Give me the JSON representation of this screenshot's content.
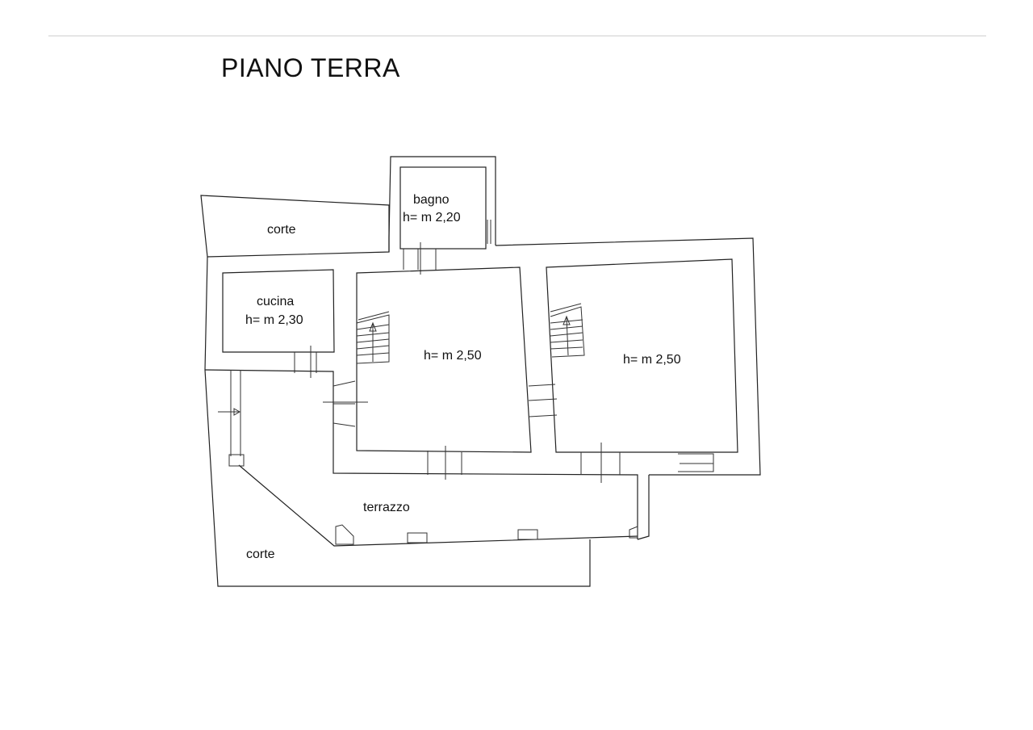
{
  "title": "PIANO TERRA",
  "rooms": {
    "corte_top": {
      "label": "corte"
    },
    "bagno": {
      "label": "bagno",
      "height": "h= m 2,20"
    },
    "cucina": {
      "label": "cucina",
      "height": "h= m 2,30"
    },
    "room_center": {
      "height": "h= m 2,50"
    },
    "room_right": {
      "height": "h= m 2,50"
    },
    "terrazzo": {
      "label": "terrazzo"
    },
    "corte_bottom": {
      "label": "corte"
    }
  },
  "colors": {
    "line": "#222222",
    "background": "#ffffff"
  }
}
